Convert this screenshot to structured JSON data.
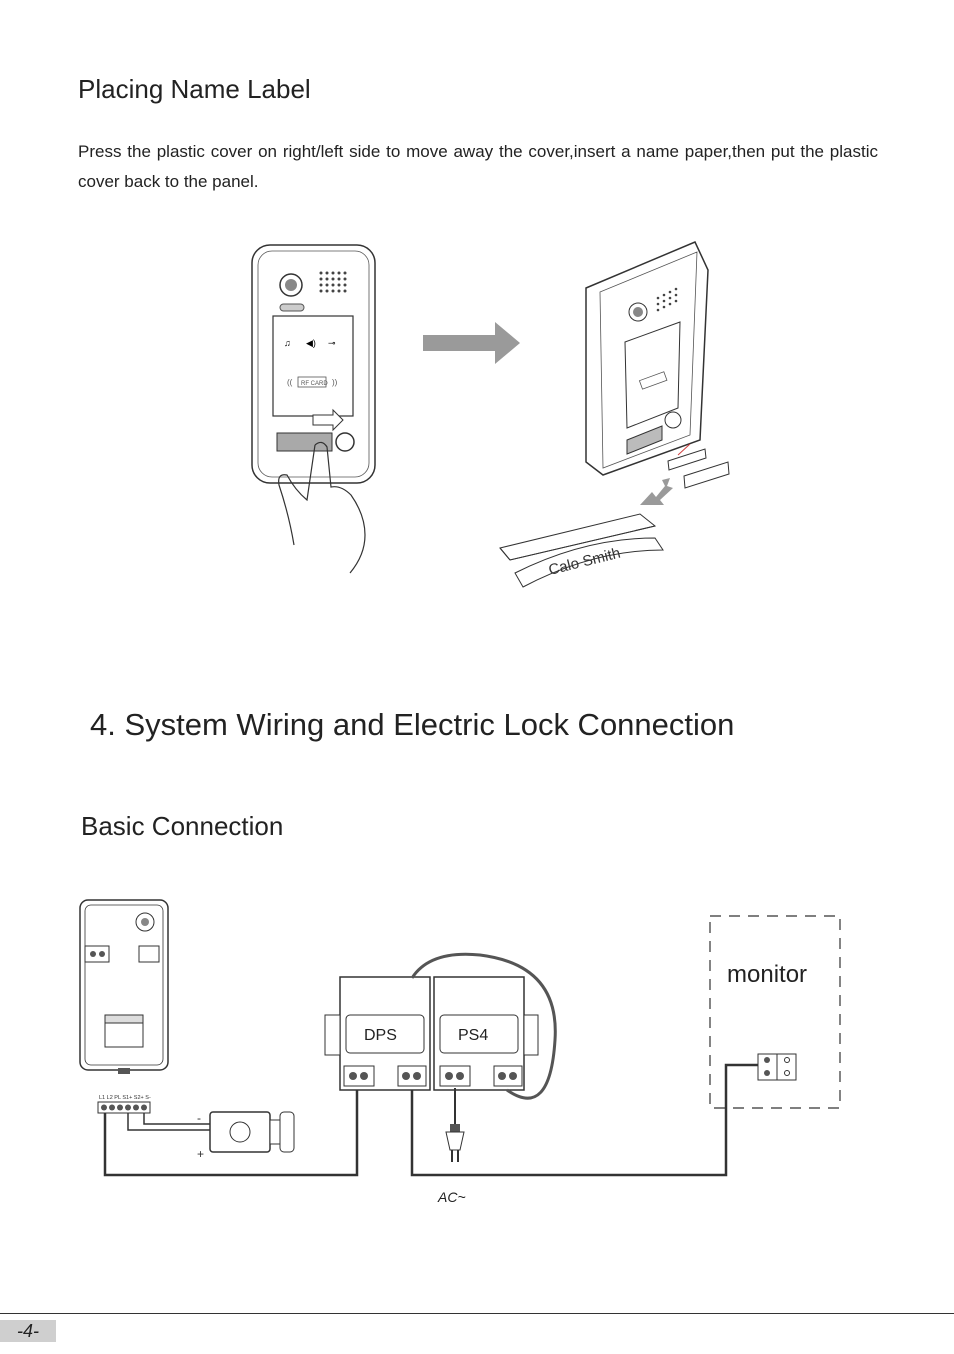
{
  "section_name_label": {
    "title": "Placing Name Label",
    "paragraph": "Press the plastic cover on right/left side to move away the cover,insert a name paper,then put the plastic cover back to the panel."
  },
  "figure_name_label": {
    "panel_text": "RF CARD",
    "name_paper_text": "Calo Smith"
  },
  "section_wiring": {
    "title": "4. System Wiring and Electric Lock Connection",
    "subtitle": "Basic Connection"
  },
  "figure_wiring": {
    "dps_label": "DPS",
    "ps4_label": "PS4",
    "monitor_label": "monitor",
    "ac_label": "AC~",
    "terminal_labels": "L1  L2  PL  S1+  S2+  S-",
    "minus_sign": "-",
    "plus_sign": "+"
  },
  "footer": {
    "page_number": "-4-"
  },
  "colors": {
    "line": "#333333",
    "arrow_gray": "#9a9a9a",
    "red_mark": "#d04040"
  }
}
